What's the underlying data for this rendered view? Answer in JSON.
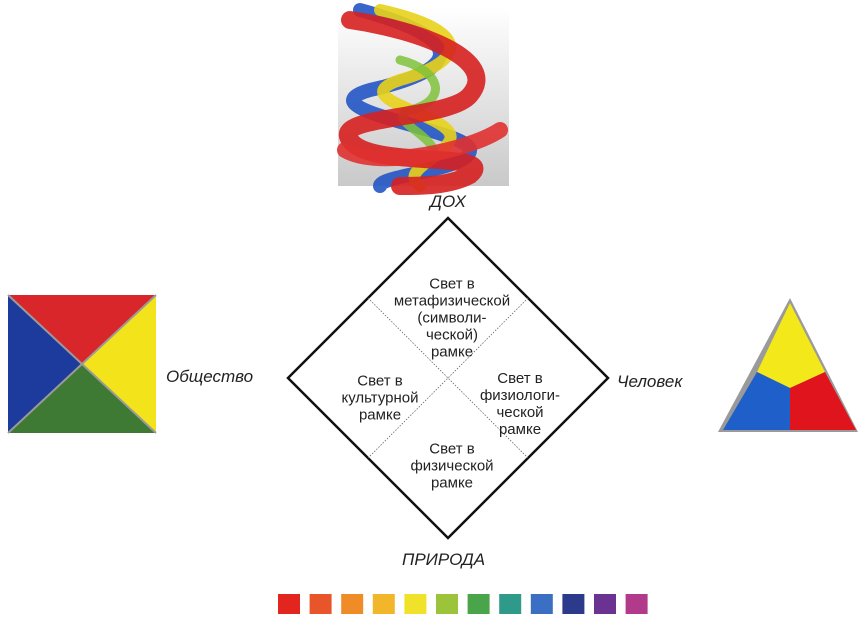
{
  "labels": {
    "top": "ДОХ",
    "left": "Общество",
    "right": "Человек",
    "bottom": "ПРИРОДА"
  },
  "cells": {
    "top": "Свет в\nметафизической\n(символи-\nческой)\nрамке",
    "left": "Свет в\nкультурной\nрамке",
    "right": "Свет в\nфизиологи-\nческой\nрамке",
    "bottom": "Свет в\nфизической\nрамке"
  },
  "icons": {
    "top": "dna-helix-icon",
    "left": "four-color-square-icon",
    "right": "three-color-triangle-icon",
    "bottom": "color-spectrum-strip-icon"
  },
  "colors": {
    "square": [
      "#d9262b",
      "#f2e31a",
      "#3f7a34",
      "#1d3b9c"
    ],
    "triangle": [
      "#f2e81a",
      "#1e5fc9",
      "#e0141c"
    ],
    "helix": [
      "#d62020",
      "#e8d21a",
      "#2455c4",
      "#7fc23a"
    ],
    "spectrum": [
      "#e2261f",
      "#e8552a",
      "#f08c28",
      "#f2b62a",
      "#f0e228",
      "#9bc43a",
      "#4aa54a",
      "#2f9a8a",
      "#3a6fc4",
      "#2c3a8c",
      "#6a3392",
      "#b23a8a"
    ]
  }
}
